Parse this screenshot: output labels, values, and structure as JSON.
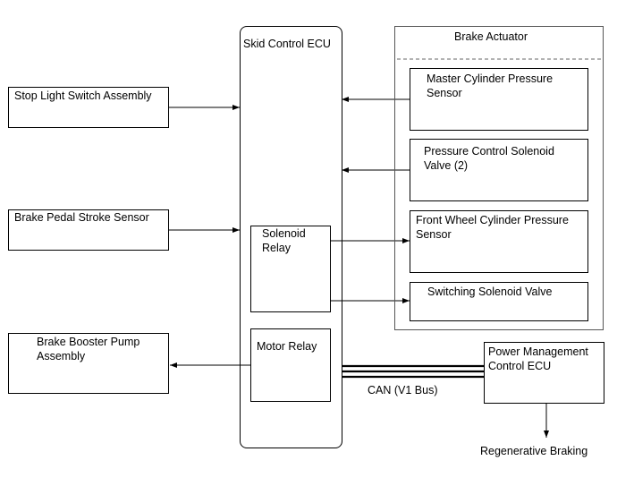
{
  "skid_ecu": {
    "title": "Skid Control ECU"
  },
  "actuator": {
    "title": "Brake Actuator"
  },
  "stop_light": {
    "label": "Stop Light Switch Assembly"
  },
  "pedal_sensor": {
    "label": "Brake Pedal Stroke Sensor"
  },
  "booster_pump": {
    "label": "Brake Booster Pump\nAssembly"
  },
  "solenoid_relay": {
    "label": "Solenoid\nRelay"
  },
  "motor_relay": {
    "label": "Motor Relay"
  },
  "master_cyl": {
    "label": "Master Cylinder Pressure\nSensor"
  },
  "pcsv": {
    "label": "Pressure Control Solenoid\nValve (2)"
  },
  "front_wheel": {
    "label": "Front Wheel Cylinder Pressure\nSensor"
  },
  "switching": {
    "label": "Switching Solenoid Valve"
  },
  "pm_ecu": {
    "label": "Power Management\nControl ECU"
  },
  "can_bus": {
    "label": "CAN (V1 Bus)"
  },
  "regen": {
    "label": "Regenerative Braking"
  }
}
